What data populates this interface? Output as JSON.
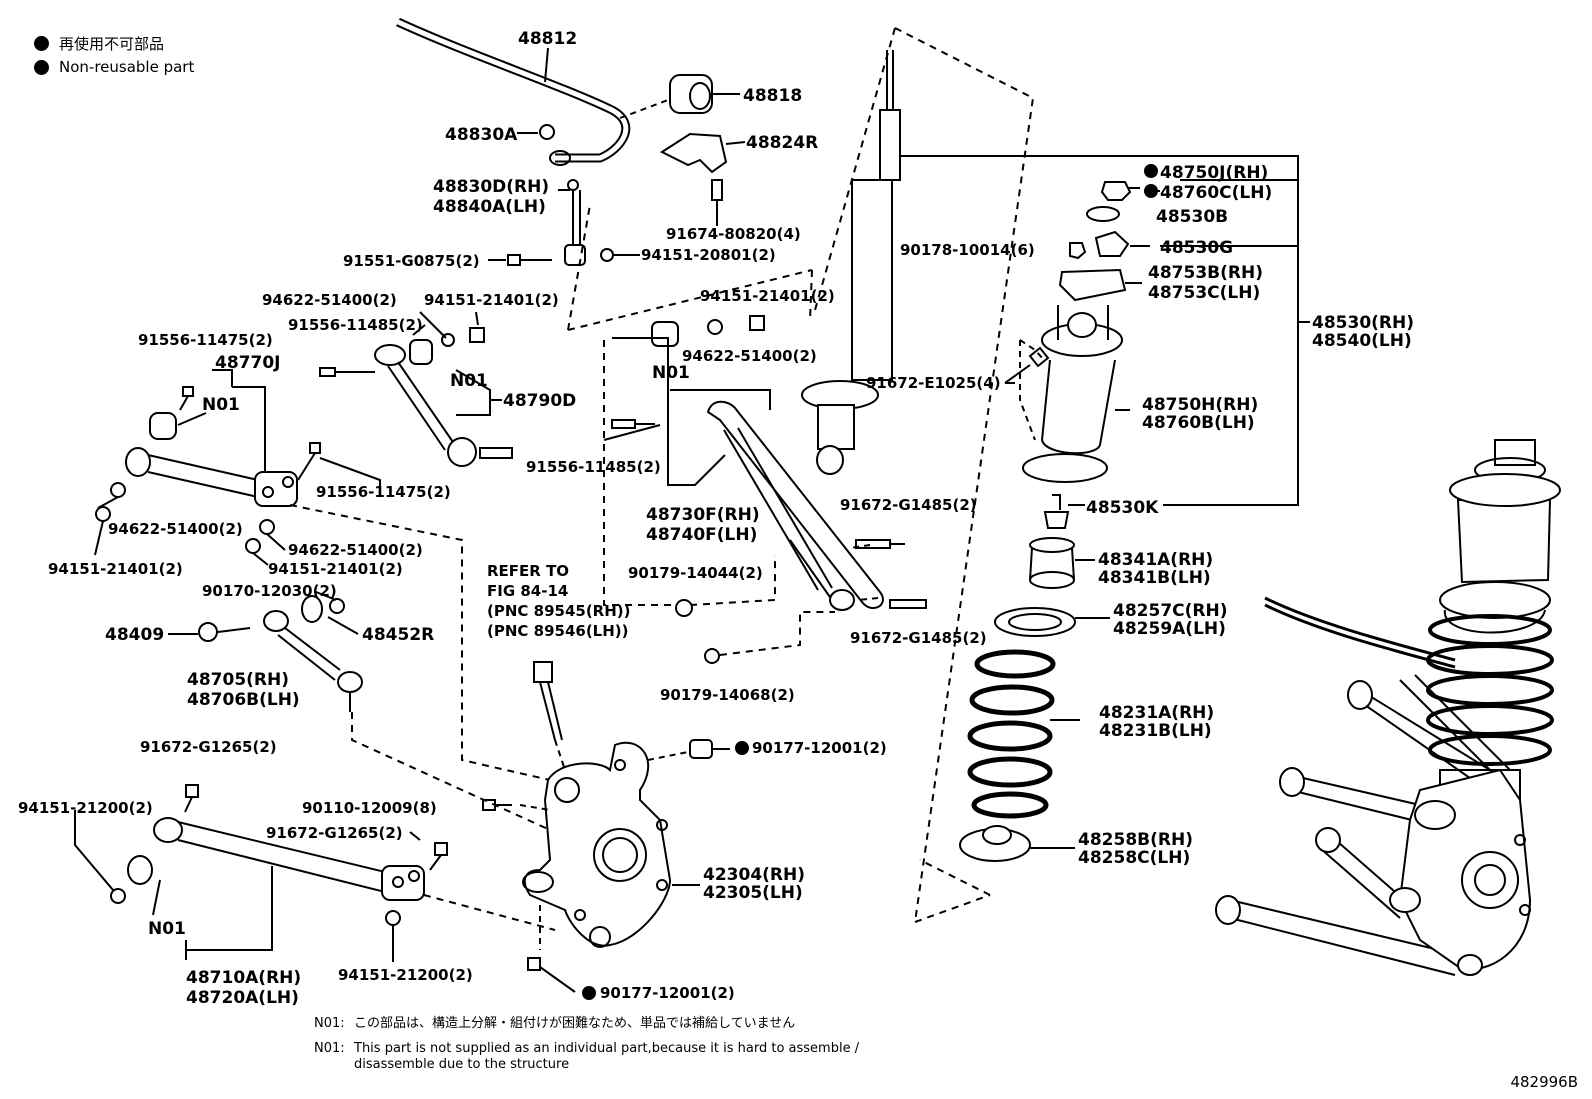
{
  "legend": {
    "jp": "再使用不可部品",
    "en": "Non-reusable part"
  },
  "labels": {
    "p48812": "48812",
    "p48818": "48818",
    "p48830A": "48830A",
    "p48824R": "48824R",
    "p48830D": "48830D(RH)",
    "p48840A": "48840A(LH)",
    "p91674": "91674-80820(4)",
    "p91551": "91551-G0875(2)",
    "p94151_20801": "94151-20801(2)",
    "p94622_a": "94622-51400(2)",
    "p94151_a": "94151-21401(2)",
    "p94151_b": "94151-21401(2)",
    "p91556_11485_a": "91556-11485(2)",
    "p91556_11475_a": "91556-11475(2)",
    "p48770J": "48770J",
    "n01_a": "N01",
    "n01_b": "N01",
    "n01_c": "N01",
    "n01_d": "N01",
    "p48790D": "48790D",
    "p94622_b": "94622-51400(2)",
    "p91556_11485_b": "91556-11485(2)",
    "p91556_11475_b": "91556-11475(2)",
    "p48730F": "48730F(RH)",
    "p48740F": "48740F(LH)",
    "p94622_c": "94622-51400(2)",
    "p94151_c": "94151-21401(2)",
    "p94622_d": "94622-51400(2)",
    "p94151_d": "94151-21401(2)",
    "p90170": "90170-12030(2)",
    "p48409": "48409",
    "p48452R": "48452R",
    "p48705": "48705(RH)",
    "p48706B": "48706B(LH)",
    "refer1": "REFER TO",
    "refer2": "FIG 84-14",
    "refer3": "(PNC 89545(RH))",
    "refer4": "(PNC 89546(LH))",
    "p90179_14044": "90179-14044(2)",
    "p91672_G1485_a": "91672-G1485(2)",
    "p91672_G1485_b": "91672-G1485(2)",
    "p90179_14068": "90179-14068(2)",
    "p91672_E1025": "91672-E1025(4)",
    "p91672_G1265_a": "91672-G1265(2)",
    "p94151_21200_a": "94151-21200(2)",
    "p90177_a": "90177-12001(2)",
    "p90110": "90110-12009(8)",
    "p91672_G1265_b": "91672-G1265(2)",
    "p42304": "42304(RH)",
    "p42305": "42305(LH)",
    "p48710A": "48710A(RH)",
    "p48720A": "48720A(LH)",
    "p94151_21200_b": "94151-21200(2)",
    "p90177_b": "90177-12001(2)",
    "p48750J": "48750J(RH)",
    "p48760C": "48760C(LH)",
    "p48530B": "48530B",
    "p90178": "90178-10014(6)",
    "p48530G": "48530G",
    "p48753B": "48753B(RH)",
    "p48753C": "48753C(LH)",
    "p48530": "48530(RH)",
    "p48540": "48540(LH)",
    "p48750H": "48750H(RH)",
    "p48760B": "48760B(LH)",
    "p48530K": "48530K",
    "p48341A": "48341A(RH)",
    "p48341B": "48341B(LH)",
    "p48257C": "48257C(RH)",
    "p48259A": "48259A(LH)",
    "p48231A": "48231A(RH)",
    "p48231B": "48231B(LH)",
    "p48258B": "48258B(RH)",
    "p48258C": "48258C(LH)"
  },
  "notes": {
    "tag": "N01:",
    "jp": "この部品は、構造上分解・組付けが困難なため、単品では補給していません",
    "en_line1": "This part is not supplied as an individual part,because it is hard to assemble /",
    "en_line2": "disassemble due to the structure"
  },
  "figure_number": "482996B"
}
